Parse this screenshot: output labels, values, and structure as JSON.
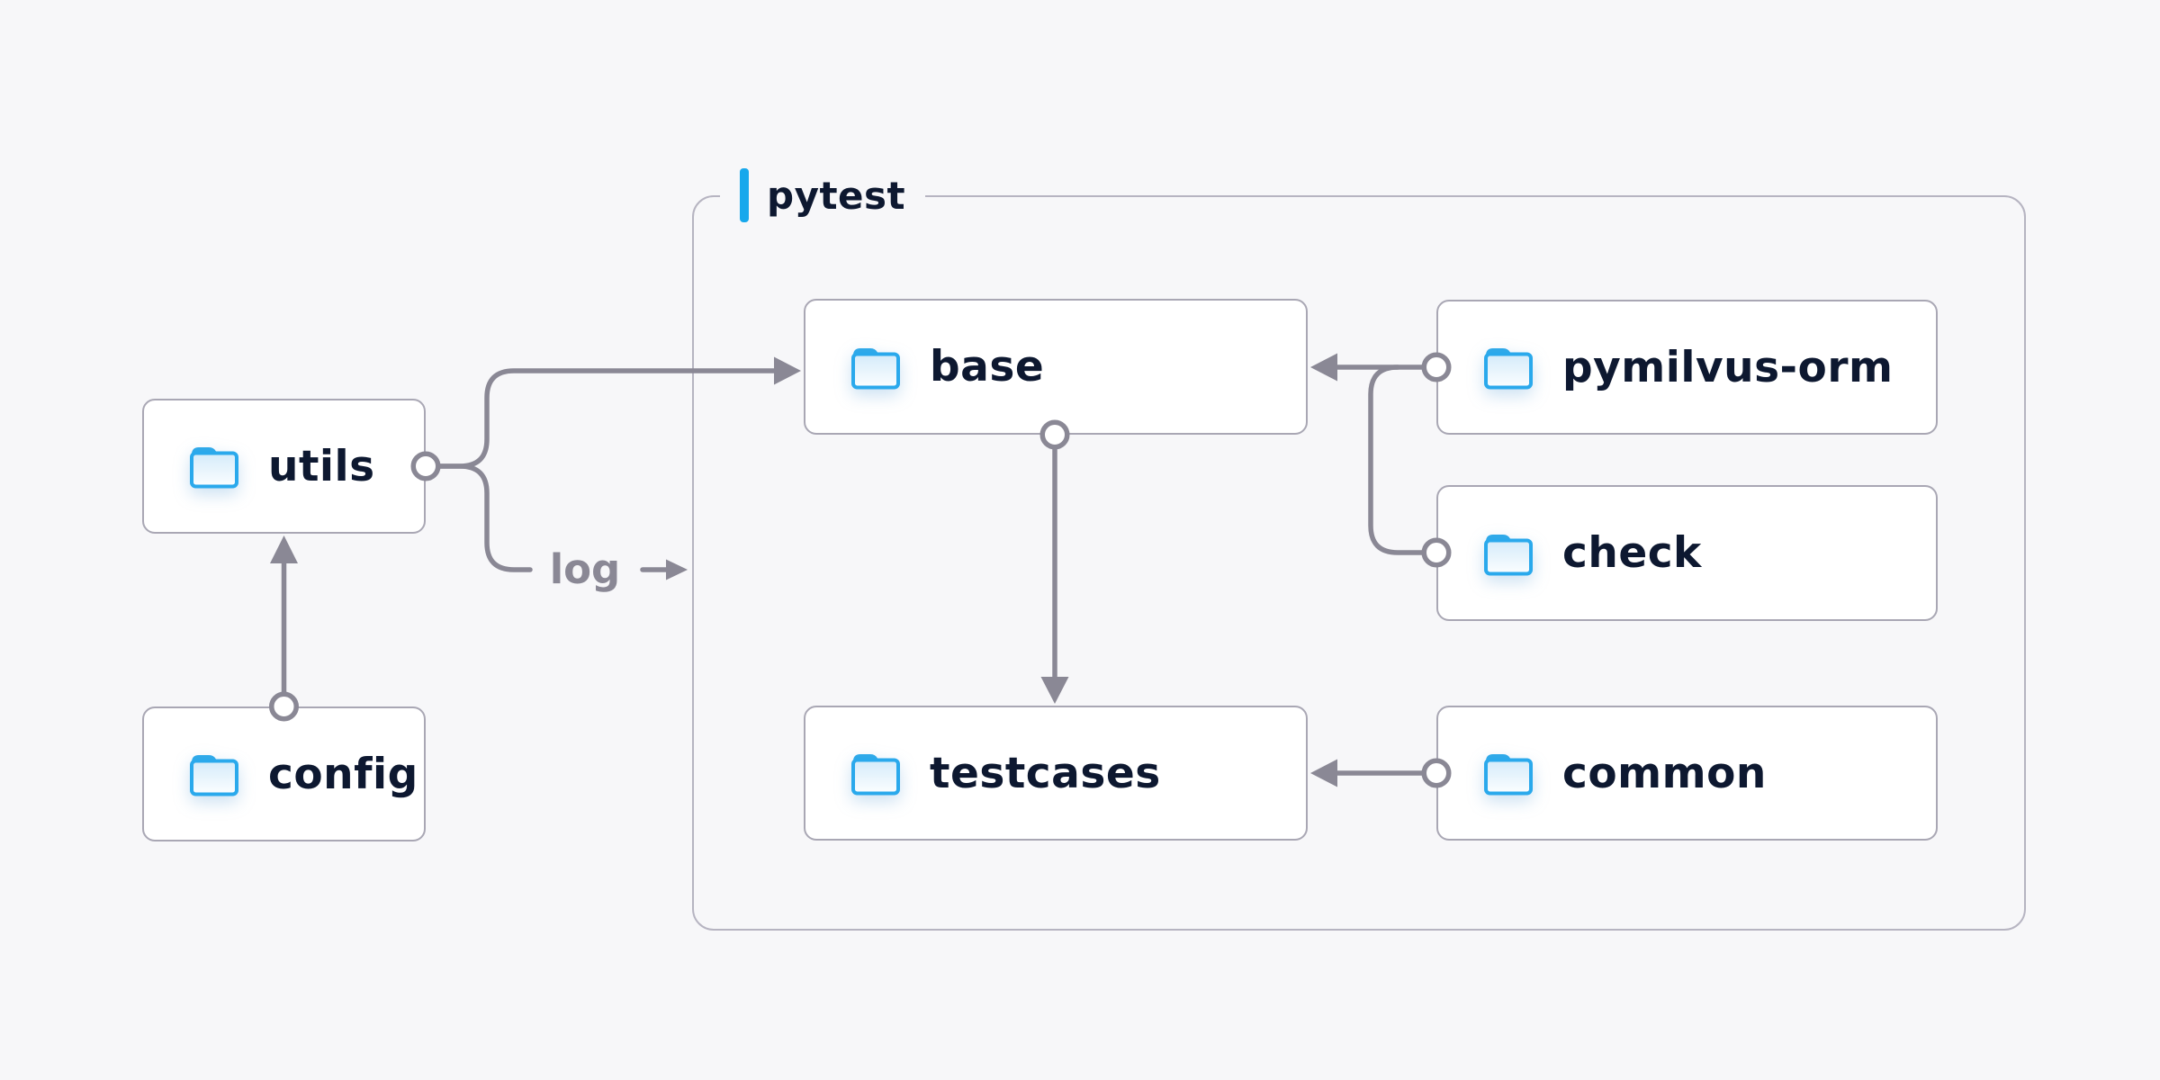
{
  "diagram": {
    "group_label": "pytest",
    "log_label": "log",
    "nodes": {
      "utils": "utils",
      "config": "config",
      "base": "base",
      "pymilvus_orm": "pymilvus-orm",
      "check": "check",
      "testcases": "testcases",
      "common": "common"
    },
    "edges": [
      {
        "from": "config",
        "to": "utils"
      },
      {
        "from": "utils",
        "to": "base"
      },
      {
        "from": "utils",
        "to": "pytest",
        "label": "log"
      },
      {
        "from": "pymilvus-orm",
        "to": "base"
      },
      {
        "from": "check",
        "to": "base"
      },
      {
        "from": "base",
        "to": "testcases"
      },
      {
        "from": "common",
        "to": "testcases"
      }
    ],
    "colors": {
      "background": "#f7f7f9",
      "accent_blue": "#18a8ec",
      "folder_blue": "#2aa9ec",
      "line_gray": "#8a8895",
      "text_navy": "#0d1830",
      "node_border": "#a9a7b4",
      "group_border": "#b6b4c1"
    }
  }
}
